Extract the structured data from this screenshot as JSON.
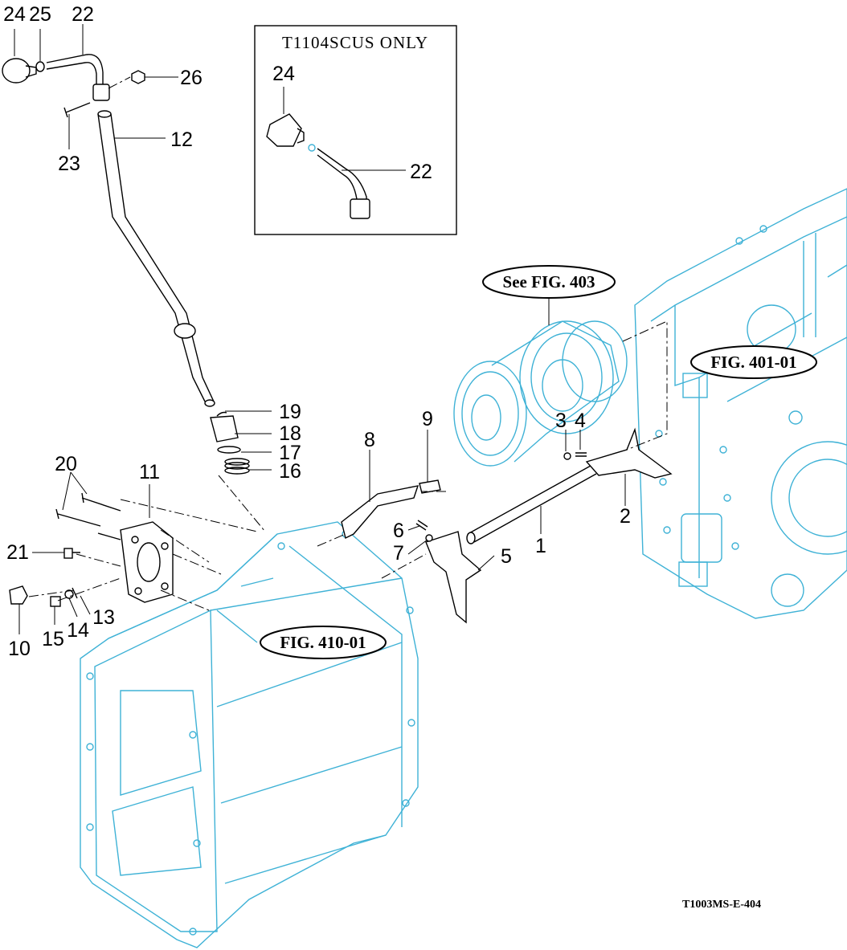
{
  "inset": {
    "title": "T1104SCUS ONLY",
    "callouts": [
      "24",
      "22"
    ]
  },
  "references": {
    "fig403": "See FIG. 403",
    "fig40101": "FIG. 401-01",
    "fig41001": "FIG. 410-01"
  },
  "drawing_number": "T1003MS-E-404",
  "callouts": {
    "c1": "1",
    "c2": "2",
    "c3": "3",
    "c4": "4",
    "c5": "5",
    "c6": "6",
    "c7": "7",
    "c8": "8",
    "c9": "9",
    "c10": "10",
    "c11": "11",
    "c12": "12",
    "c13": "13",
    "c14": "14",
    "c15": "15",
    "c16": "16",
    "c17": "17",
    "c18": "18",
    "c19": "19",
    "c20": "20",
    "c21": "21",
    "c22": "22",
    "c23": "23",
    "c24": "24",
    "c25": "25",
    "c26": "26"
  },
  "colors": {
    "housing": "#3fb2d6",
    "parts": "#000000",
    "background": "#ffffff"
  }
}
